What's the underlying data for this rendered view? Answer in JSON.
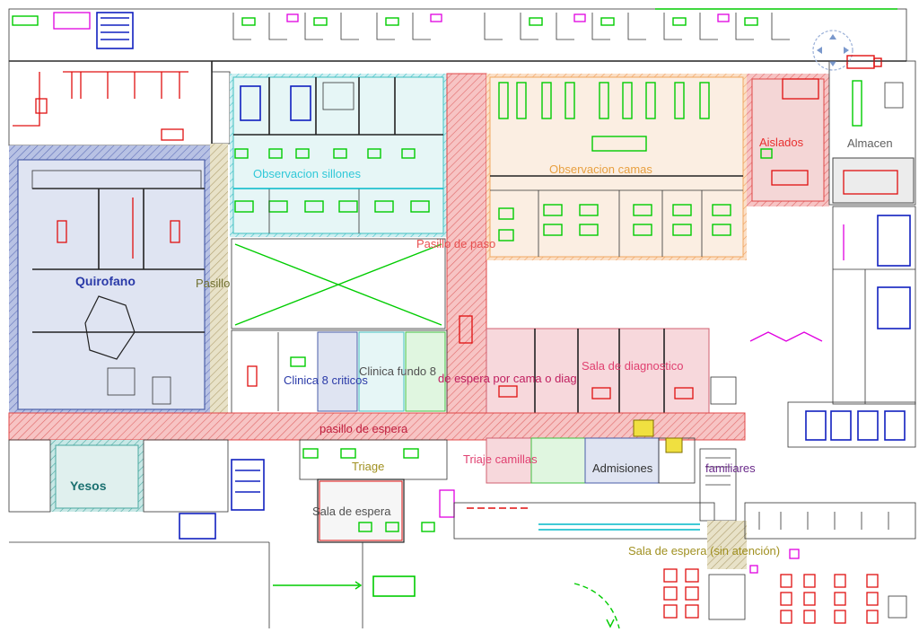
{
  "labels": {
    "quirofano": "Quirofano",
    "pasillo": "Pasillo",
    "yesos": "Yesos",
    "observacion_sillones": "Observacion sillones",
    "observacion_camas": "Observacion camas",
    "aislados": "Aislados",
    "almacen": "Almacen",
    "pasillo_de_paso": "Pasillo de paso",
    "clinica_8_criticos": "Clinica 8 criticos",
    "clinica_fundo": "Clinica fundo 8",
    "espera_diag": "de espera por cama o diag",
    "sala_diagnostico": "Sala de diagnostico",
    "pasillo_de_espera": "pasillo de espera",
    "triage": "Triage",
    "triaje_camillas": "Triaje camillas",
    "admisiones": "Admisiones",
    "familiares": "familiares",
    "sala_de_espera": "Sala de espera",
    "sala_espera_sin_atencion": "Sala de espera (sin atención)"
  },
  "colors": {
    "quirofano_fill": "#dfe4f2",
    "quirofano_border": "#4a5ea8",
    "observacion_fill": "#e6f6f6",
    "observacion_border": "#40c0c0",
    "camas_fill": "#fbeee2",
    "camas_border": "#f0a860",
    "corridor_fill": "#f6b8b8",
    "corridor_border": "#e04848",
    "diag_fill": "#f7d8dc",
    "yesos_fill": "#e0f0ee",
    "label_blue": "#2a3aa8",
    "label_cyan": "#30c8d8",
    "label_orange": "#e8a040",
    "label_red": "#e83030",
    "label_olive": "#a09020",
    "label_gray": "#606060",
    "label_teal": "#1a7070",
    "label_purple": "#6a2a8a",
    "label_magenta": "#c02060"
  },
  "icons": [
    "navigation-compass-icon",
    "vehicle-icon"
  ]
}
